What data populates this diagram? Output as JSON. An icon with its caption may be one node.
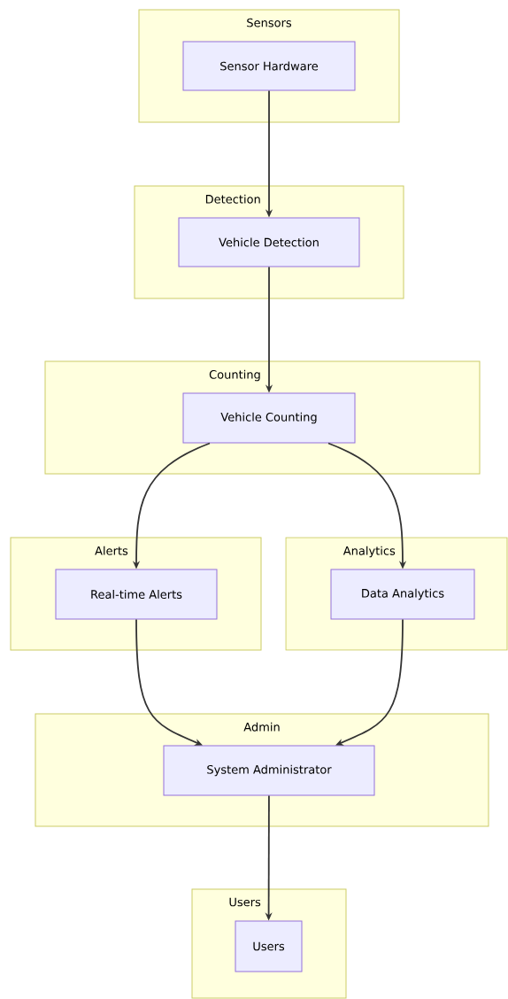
{
  "diagram": {
    "nodes": [
      {
        "text": [
          "Sensors"
        ]
      },
      {
        "text": [
          "Sensor Hardware"
        ],
        "in": 0
      },
      {
        "text": [
          "Detection"
        ]
      },
      {
        "text": [
          "Vehicle Detection"
        ],
        "in": 2
      },
      {
        "text": [
          "Counting"
        ]
      },
      {
        "text": [
          "Vehicle Counting"
        ],
        "in": 4
      },
      {
        "text": [
          "Alerts"
        ]
      },
      {
        "text": [
          "Real-time Alerts"
        ],
        "in": 6
      },
      {
        "text": [
          "Analytics"
        ]
      },
      {
        "text": [
          "Data Analytics"
        ],
        "in": 8
      },
      {
        "text": [
          "Admin"
        ]
      },
      {
        "text": [
          "System Administrator"
        ],
        "in": 10
      },
      {
        "text": [
          "Users"
        ]
      },
      {
        "text": [
          "Users"
        ],
        "in": 12
      }
    ],
    "edges": [
      {
        "from": 1,
        "to": 3,
        "arrow": "to"
      },
      {
        "from": 3,
        "to": 5,
        "arrow": "to"
      },
      {
        "from": 5,
        "to": 7,
        "arrow": "to"
      },
      {
        "from": 5,
        "to": 9,
        "arrow": "to"
      },
      {
        "from": 7,
        "to": 11,
        "arrow": "to"
      },
      {
        "from": 9,
        "to": 11,
        "arrow": "to"
      },
      {
        "from": 11,
        "to": 13,
        "arrow": "to"
      }
    ]
  }
}
